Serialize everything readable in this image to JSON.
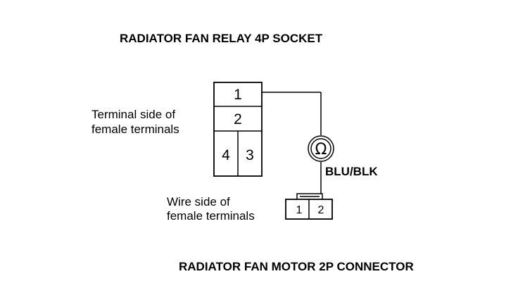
{
  "relay_socket": {
    "title": "RADIATOR FAN RELAY 4P SOCKET",
    "side_label_line1": "Terminal side of",
    "side_label_line2": "female terminals",
    "pins": [
      "1",
      "2",
      "4",
      "3"
    ]
  },
  "meter": {
    "symbol": "Ω",
    "wire_color": "BLU/BLK"
  },
  "motor_connector": {
    "title": "RADIATOR FAN MOTOR 2P CONNECTOR",
    "side_label_line1": "Wire side of",
    "side_label_line2": "female terminals",
    "pins": [
      "1",
      "2"
    ]
  }
}
